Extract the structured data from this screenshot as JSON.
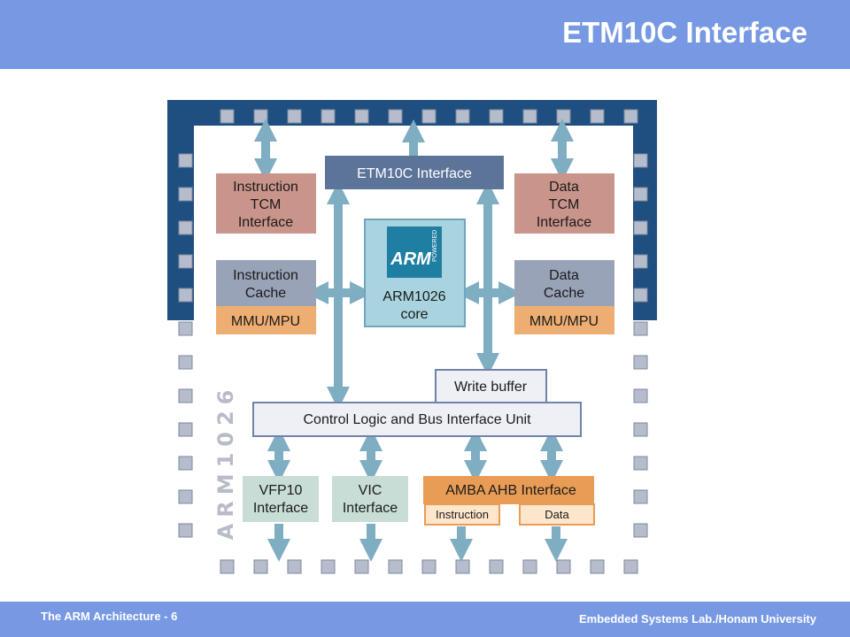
{
  "slide": {
    "title": "ETM10C Interface"
  },
  "footer": {
    "left": "The ARM Architecture - 6",
    "right": "Embedded Systems Lab./Honam University"
  },
  "diagram": {
    "chip_label": "ARM1026",
    "etm": "ETM10C Interface",
    "itcm": [
      "Instruction",
      "TCM",
      "Interface"
    ],
    "dtcm": [
      "Data",
      "TCM",
      "Interface"
    ],
    "icache": [
      "Instruction",
      "Cache"
    ],
    "dcache": [
      "Data",
      "Cache"
    ],
    "mmu_left": "MMU/MPU",
    "mmu_right": "MMU/MPU",
    "core_logo": "ARM",
    "core_logo_sub": "POWERED",
    "core": [
      "ARM1026",
      "core"
    ],
    "write_buffer": "Write buffer",
    "control": "Control Logic and Bus Interface Unit",
    "vfp": [
      "VFP10",
      "Interface"
    ],
    "vic": [
      "VIC",
      "Interface"
    ],
    "ahb": "AMBA AHB Interface",
    "ahb_instruction": "Instruction",
    "ahb_data": "Data"
  },
  "colors": {
    "header": "#7799e3",
    "chip_dark": "#1f4f80",
    "pin": "#b5bccc",
    "etm_box": "#5d7499",
    "tcm_box": "#c9948a",
    "cache_box": "#99a3b8",
    "mmu_box": "#eeae72",
    "core_box": "#a8d3df",
    "arrow": "#7fadc2",
    "iface_box": "#c8ddd6",
    "ahb_box": "#e99c55",
    "ahb_sub": "#fde6cc"
  }
}
